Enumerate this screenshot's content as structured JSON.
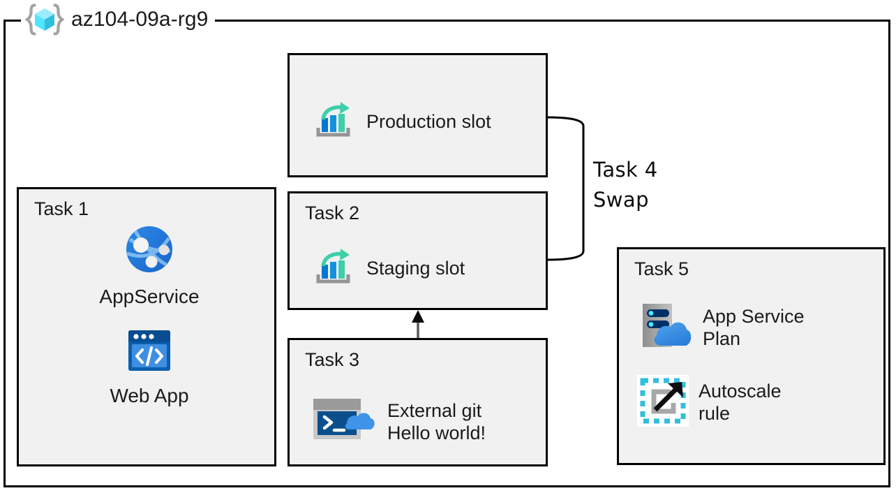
{
  "diagram": {
    "type": "azure-architecture-diagram",
    "resource_group": {
      "name": "az104-09a-rg9",
      "icon": "resource-group-cube-icon"
    },
    "frame_border_color": "#000000",
    "card_fill_color": "#f1f1f1"
  },
  "cards": {
    "production": {
      "title": "",
      "label": "Production slot",
      "icon": "app-service-slot-icon"
    },
    "task1": {
      "title": "Task 1",
      "items": [
        {
          "label": "AppService",
          "icon": "app-service-globe-icon"
        },
        {
          "label": "Web App",
          "icon": "web-app-code-window-icon"
        }
      ]
    },
    "task2": {
      "title": "Task 2",
      "label": "Staging slot",
      "icon": "app-service-slot-icon"
    },
    "task3": {
      "title": "Task 3",
      "label": "External git\nHello world!",
      "icon": "cloud-shell-terminal-icon"
    },
    "task5": {
      "title": "Task 5",
      "items": [
        {
          "label": "App Service\nPlan",
          "icon": "app-service-plan-server-cloud-icon"
        },
        {
          "label": "Autoscale\nrule",
          "icon": "autoscale-arrow-icon"
        }
      ]
    }
  },
  "connectors": {
    "swap": {
      "label": "Task 4\nSwap",
      "shape": "curly-bracket-connector",
      "from": "Production slot",
      "to": "Staging slot"
    },
    "deploy_arrow": {
      "shape": "up-arrow",
      "from": "Task 3",
      "to": "Task 2"
    }
  },
  "colors": {
    "azure_blue": "#0078d4",
    "azure_light_blue": "#50a0e8",
    "slot_teal": "#3ecfa8",
    "cube_cyan": "#50e6ff",
    "bracket_gray": "#a3a3a3",
    "server_gray": "#9a9a9a",
    "navy": "#003067",
    "text_black": "#1a1a1a"
  }
}
